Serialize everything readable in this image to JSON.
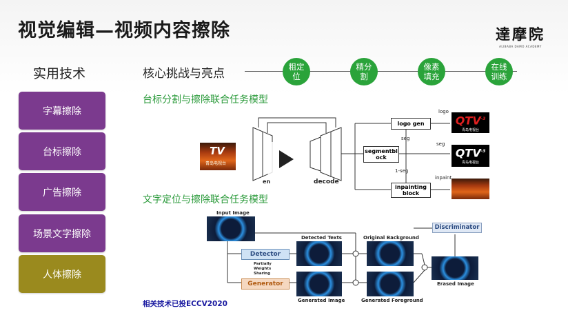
{
  "header": {
    "title": "视觉编辑—视频内容擦除",
    "logo_text": "達摩院",
    "logo_subtext": "ALIBABA DAMO ACADEMY"
  },
  "sidebar": {
    "title": "实用技术",
    "items": [
      {
        "label": "字幕擦除",
        "color": "#7b3a8e"
      },
      {
        "label": "台标擦除",
        "color": "#7b3a8e"
      },
      {
        "label": "广告擦除",
        "color": "#7b3a8e"
      },
      {
        "label": "场景文字擦除",
        "color": "#7b3a8e"
      },
      {
        "label": "人体擦除",
        "color": "#9a8a1e"
      }
    ]
  },
  "highlights": {
    "title": "核心挑战与亮点",
    "bubbles": [
      {
        "line1": "粗定",
        "line2": "位"
      },
      {
        "line1": "精分",
        "line2": "割"
      },
      {
        "line1": "像素",
        "line2": "填充"
      },
      {
        "line1": "在线",
        "line2": "训练"
      }
    ],
    "bubble_color": "#2aa33a"
  },
  "section1": {
    "title": "台标分割与擦除联合任务模型",
    "tv_logo_text": "TV",
    "tv_channel_text": "青岛电视台",
    "encoder_label": "en",
    "decoder_label": "decode",
    "logo_gen": "logo gen",
    "segmentblock_line1": "segmentbl",
    "segmentblock_line2": "ock",
    "inpainting_line1": "inpainting",
    "inpainting_line2": "block",
    "out_logo": "logo",
    "out_seg": "seg",
    "out_inpaint": "inpaint",
    "edge_seg": "seg",
    "edge_1seg": "1-seg",
    "qtv_text": "QTV",
    "qtv_sup": "-3",
    "qtv_channel": "青岛电视台"
  },
  "section2": {
    "title": "文字定位与擦除联合任务模型",
    "input_image": "Input Image",
    "detector": "Detector",
    "generator": "Generator",
    "sharing_1": "Partially",
    "sharing_2": "Weights",
    "sharing_3": "Sharing",
    "detected_texts": "Detected Texts",
    "original_background": "Original Background",
    "discriminator": "Discriminator",
    "generated_image": "Generated Image",
    "generated_foreground": "Generated Foreground",
    "erased_image": "Erased Image"
  },
  "footer": {
    "note": "相关技术已投ECCV2020"
  },
  "video": {
    "play_icon": "play-icon"
  }
}
